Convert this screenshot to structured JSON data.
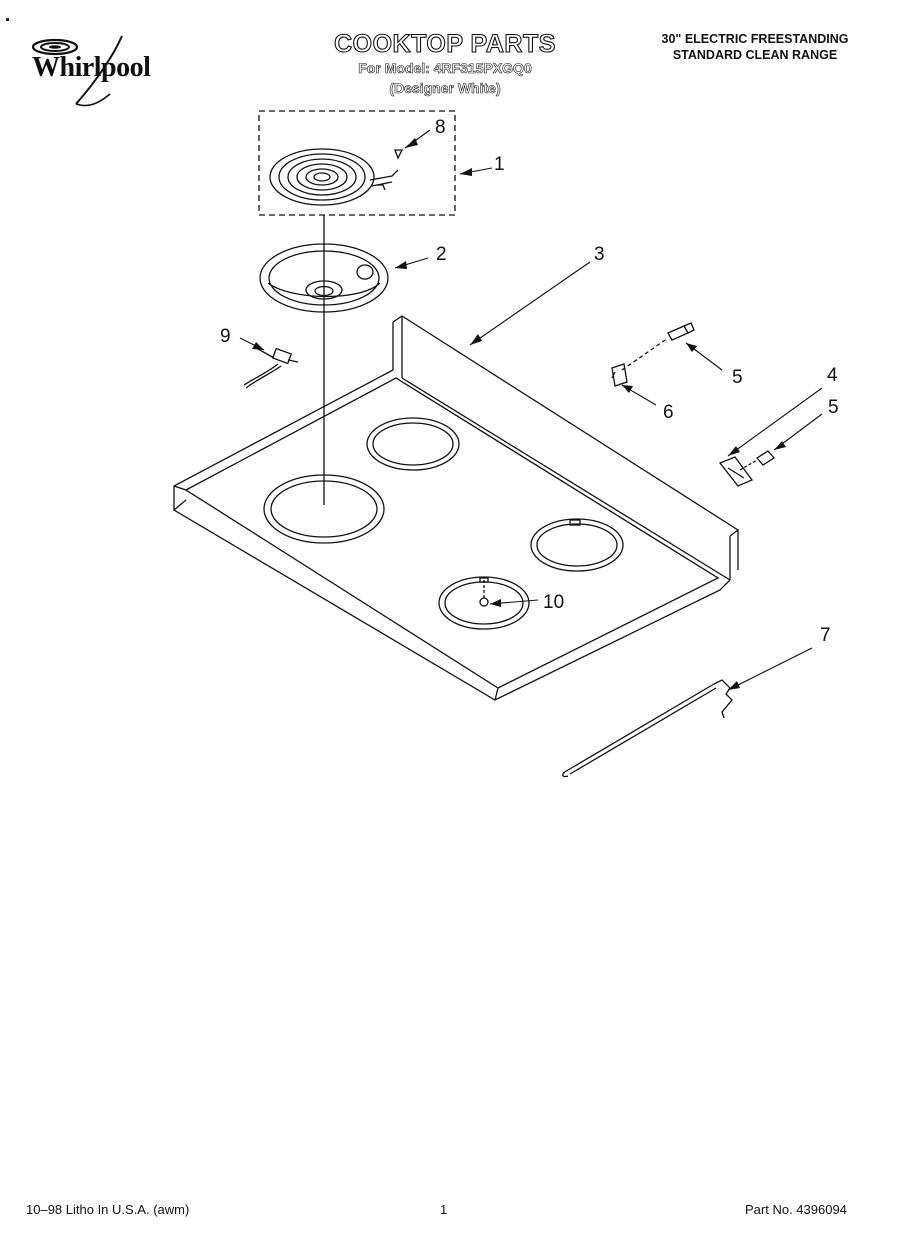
{
  "header": {
    "brand": "Whirlpool",
    "title": "COOKTOP PARTS",
    "model_line": "For Model: 4RF315PXGQ0",
    "finish_line": "(Designer White)",
    "range_line1": "30\" ELECTRIC FREESTANDING",
    "range_line2": "STANDARD CLEAN RANGE"
  },
  "callouts": [
    "1",
    "2",
    "3",
    "4",
    "5",
    "5",
    "6",
    "7",
    "8",
    "9",
    "10"
  ],
  "footer": {
    "left": "10–98 Litho In U.S.A. (awm)",
    "center": "1",
    "right": "Part No. 4396094"
  }
}
